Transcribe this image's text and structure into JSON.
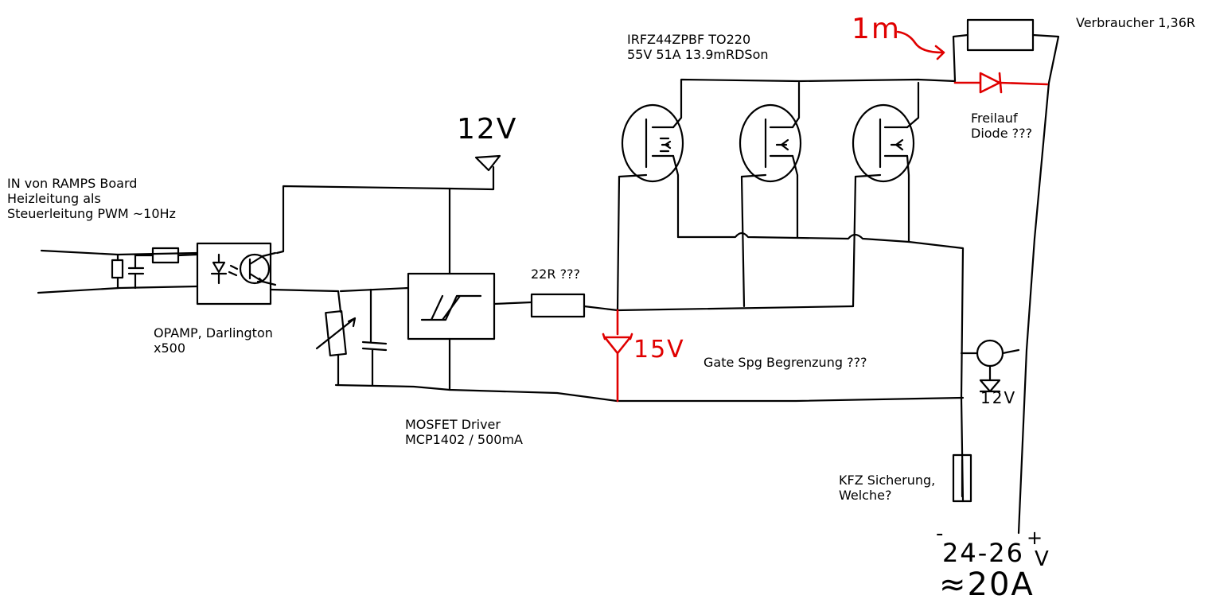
{
  "labels": {
    "input": [
      "IN von RAMPS Board",
      "Heizleitung als",
      "Steuerleitung PWM ~10Hz"
    ],
    "opamp": [
      "OPAMP, Darlington",
      "x500"
    ],
    "driver": [
      "MOSFET Driver",
      "MCP1402 / 500mA"
    ],
    "gate_resistor": "22R ???",
    "mosfet": [
      "IRFZ44ZPBF TO220",
      "55V 51A 13.9mRDSon"
    ],
    "load": "Verbraucher 1,36R",
    "flyback": [
      "Freilauf",
      "Diode ???"
    ],
    "gate_limit": "Gate Spg Begrenzung ???",
    "fuse": [
      "KFZ Sicherung,",
      "Welche?"
    ]
  },
  "handwritten": {
    "supply_12v": "12V",
    "zener_15v": "15V",
    "zener_12v": "12V",
    "red_note": "1m",
    "minus": "-",
    "plus": "+",
    "supply_voltage": "24-26",
    "supply_unit": "V",
    "current": "≈20A"
  },
  "colors": {
    "ink": "#000000",
    "annotation": "#e00000",
    "background": "#ffffff"
  }
}
